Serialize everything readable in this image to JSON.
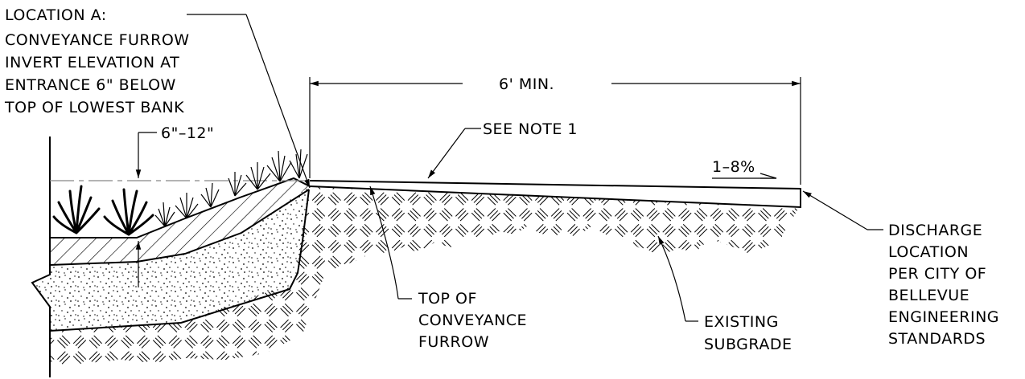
{
  "labels": {
    "location_a": [
      "LOCATION A:",
      "CONVEYANCE FURROW",
      "INVERT ELEVATION AT",
      "ENTRANCE 6\" BELOW",
      "TOP OF LOWEST BANK"
    ],
    "depth_range": "6\"–12\"",
    "width_dim": "6' MIN.",
    "see_note": "SEE NOTE 1",
    "slope": "1–8%",
    "top_of_furrow": [
      "TOP OF",
      "CONVEYANCE",
      "FURROW"
    ],
    "existing_subgrade": [
      "EXISTING",
      "SUBGRADE"
    ],
    "discharge": [
      "DISCHARGE",
      "LOCATION",
      "PER CITY OF",
      "BELLEVUE",
      "ENGINEERING",
      "STANDARDS"
    ]
  }
}
